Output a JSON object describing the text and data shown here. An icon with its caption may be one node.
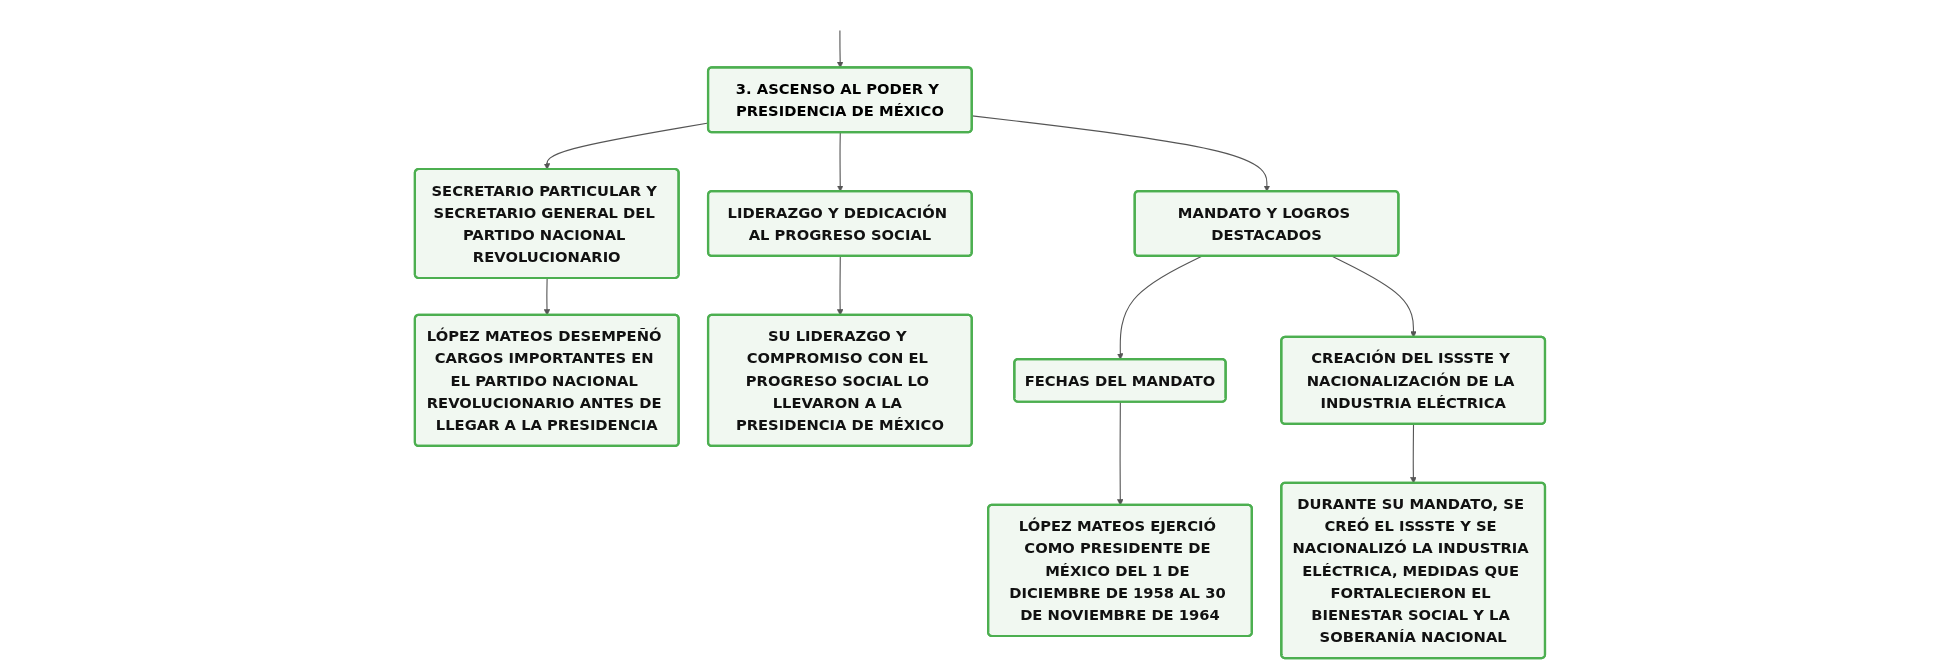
{
  "diagram": {
    "nodes": [
      {
        "text": [
          "3. ASCENSO AL PODER Y PRESIDENCIA DE MÉXICO"
        ]
      },
      {
        "text": [
          "SECRETARIO PARTICULAR Y SECRETARIO GENERAL DEL PARTIDO NACIONAL REVOLUCIONARIO"
        ]
      },
      {
        "text": [
          "LIDERAZGO Y DEDICACIÓN AL PROGRESO SOCIAL"
        ]
      },
      {
        "text": [
          "MANDATO Y LOGROS DESTACADOS"
        ]
      },
      {
        "text": [
          "LÓPEZ MATEOS DESEMPEÑÓ CARGOS IMPORTANTES EN EL PARTIDO NACIONAL REVOLUCIONARIO ANTES DE LLEGAR A LA PRESIDENCIA"
        ]
      },
      {
        "text": [
          "SU LIDERAZGO Y COMPROMISO CON EL PROGRESO SOCIAL LO LLEVARON A LA PRESIDENCIA DE MÉXICO"
        ]
      },
      {
        "text": [
          "FECHAS DEL MANDATO"
        ]
      },
      {
        "text": [
          "CREACIÓN DEL ISSSTE Y NACIONALIZACIÓN DE LA INDUSTRIA ELÉCTRICA"
        ]
      },
      {
        "text": [
          "LÓPEZ MATEOS EJERCIÓ COMO PRESIDENTE DE MÉXICO DEL 1 DE DICIEMBRE DE 1958 AL 30 DE NOVIEMBRE DE 1964"
        ]
      },
      {
        "text": [
          "DURANTE SU MANDATO, SE CREÓ EL ISSSTE Y SE NACIONALIZÓ LA INDUSTRIA ELÉCTRICA, MEDIDAS QUE FORTALECIERON EL BIENESTAR SOCIAL Y LA SOBERANÍA NACIONAL"
        ]
      }
    ],
    "edges": [
      {
        "from": null,
        "to": 0,
        "arrow": "to"
      },
      {
        "from": 0,
        "to": 1,
        "arrow": "to"
      },
      {
        "from": 0,
        "to": 2,
        "arrow": "to"
      },
      {
        "from": 0,
        "to": 3,
        "arrow": "to"
      },
      {
        "from": 1,
        "to": 4,
        "arrow": "to"
      },
      {
        "from": 2,
        "to": 5,
        "arrow": "to"
      },
      {
        "from": 3,
        "to": 6,
        "arrow": "to"
      },
      {
        "from": 3,
        "to": 7,
        "arrow": "to"
      },
      {
        "from": 6,
        "to": 8,
        "arrow": "to"
      },
      {
        "from": 7,
        "to": 9,
        "arrow": "to"
      }
    ]
  }
}
